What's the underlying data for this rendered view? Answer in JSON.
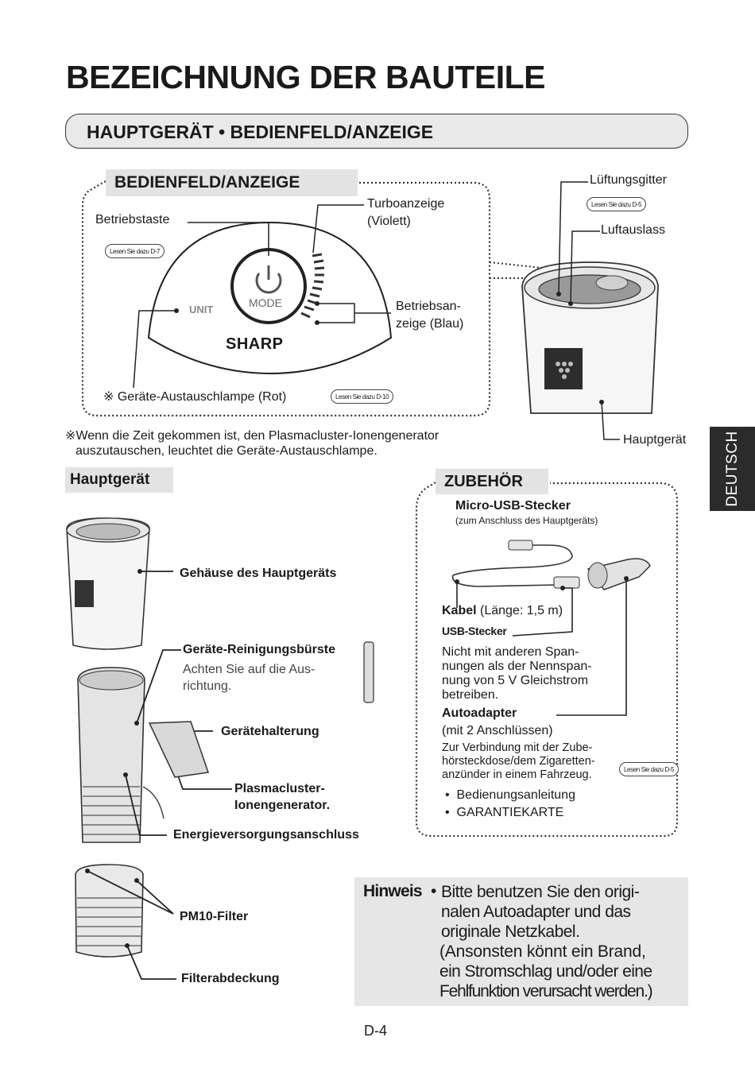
{
  "page": {
    "title": "BEZEICHNUNG DER BAUTEILE",
    "section_title": "HAUPTGERÄT • BEDIENFELD/ANZEIGE",
    "side_tab": "DEUTSCH",
    "page_number": "D-4"
  },
  "panel": {
    "heading": "BEDIENFELD/ANZEIGE",
    "betriebstaste": "Betriebstaste",
    "ref_betriebstaste": "Lesen Sie dazu D-7",
    "turbo_line1": "Turboanzeige",
    "turbo_line2": "(Violett)",
    "betrieb_line1": "Betriebsan-",
    "betrieb_line2": "zeige  (Blau)",
    "lampe": "※ Geräte-Austauschlampe (Rot)",
    "ref_lampe": "Lesen Sie dazu D-10",
    "button_text": "MODE",
    "unit_text": "UNIT",
    "brand": "SHARP"
  },
  "panel_note": {
    "line1": "※Wenn die Zeit gekommen ist, den Plasmacluster-Ionengenerator",
    "line2": "auszutauschen, leuchtet die Geräte-Austauschlampe."
  },
  "device_labels": {
    "lueftungsgitter": "Lüftungsgitter",
    "ref_lueftung": "Lesen Sie dazu D-5",
    "luftauslass": "Luftauslass",
    "hauptgeraet": "Hauptgerät"
  },
  "main_unit": {
    "heading": "Hauptgerät",
    "gehaeuse": "Gehäuse des Hauptgeräts",
    "buerste": "Geräte-Reinigungsbürste",
    "buerste_note1": "Achten Sie auf die Aus-",
    "buerste_note2": "richtung.",
    "halterung": "Gerätehalterung",
    "plasma1": "Plasmacluster-",
    "plasma2": "Ionengenerator.",
    "anschluss": "Energieversorgungsanschluss",
    "pm10": "PM10-Filter",
    "abdeckung": "Filterabdeckung"
  },
  "accessories": {
    "heading": "ZUBEHÖR",
    "usb_title": "Micro-USB-Stecker",
    "usb_sub": "(zum Anschluss des Hauptgeräts)",
    "kabel_bold": "Kabel",
    "kabel_rest": " (Länge: 1,5 m)",
    "usb_stecker": "USB-Stecker",
    "warn1": "Nicht mit anderen Span-",
    "warn2": "nungen als der Nennspan-",
    "warn3": "nung von 5 V Gleichstrom",
    "warn4": "betreiben.",
    "auto_title": "Autoadapter",
    "auto_sub": "(mit 2 Anschlüssen)",
    "auto_desc1": "Zur Verbindung mit der Zube-",
    "auto_desc2": "hörsteckdose/dem Zigaretten-",
    "auto_desc3": "anzünder in einem Fahrzeug.",
    "ref_auto": "Lesen Sie dazu D-5",
    "item1": "Bedienungsanleitung",
    "item2": "GARANTIEKARTE"
  },
  "note": {
    "label": "Hinweis",
    "bullet": "•",
    "line1": "Bitte benutzen Sie den origi-",
    "line2": "nalen Autoadapter und das",
    "line3": "originale Netzkabel.",
    "line4": "(Ansonsten könnt ein Brand,",
    "line5": "ein Stromschlag und/oder eine",
    "line6": "Fehlfunktion verursacht werden.)"
  }
}
